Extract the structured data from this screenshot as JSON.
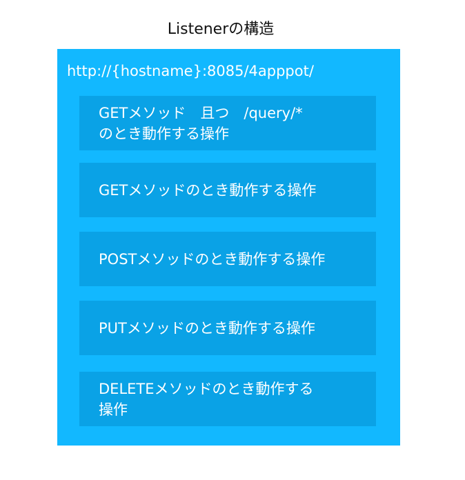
{
  "title": "Listenerの構造",
  "listener": {
    "url": "http://{hostname}:8085/4apppot/",
    "operations": [
      {
        "label": "GETメソッド　且つ　/query/*\nのとき動作する操作"
      },
      {
        "label": "GETメソッドのとき動作する操作"
      },
      {
        "label": "POSTメソッドのとき動作する操作"
      },
      {
        "label": "PUTメソッドのとき動作する操作"
      },
      {
        "label": "DELETEメソッドのとき動作する\n操作"
      }
    ]
  },
  "colors": {
    "outer_box": "#12b8ff",
    "inner_box": "#0aa2e6",
    "text_on_box": "#ffffff",
    "title_text": "#111111"
  }
}
